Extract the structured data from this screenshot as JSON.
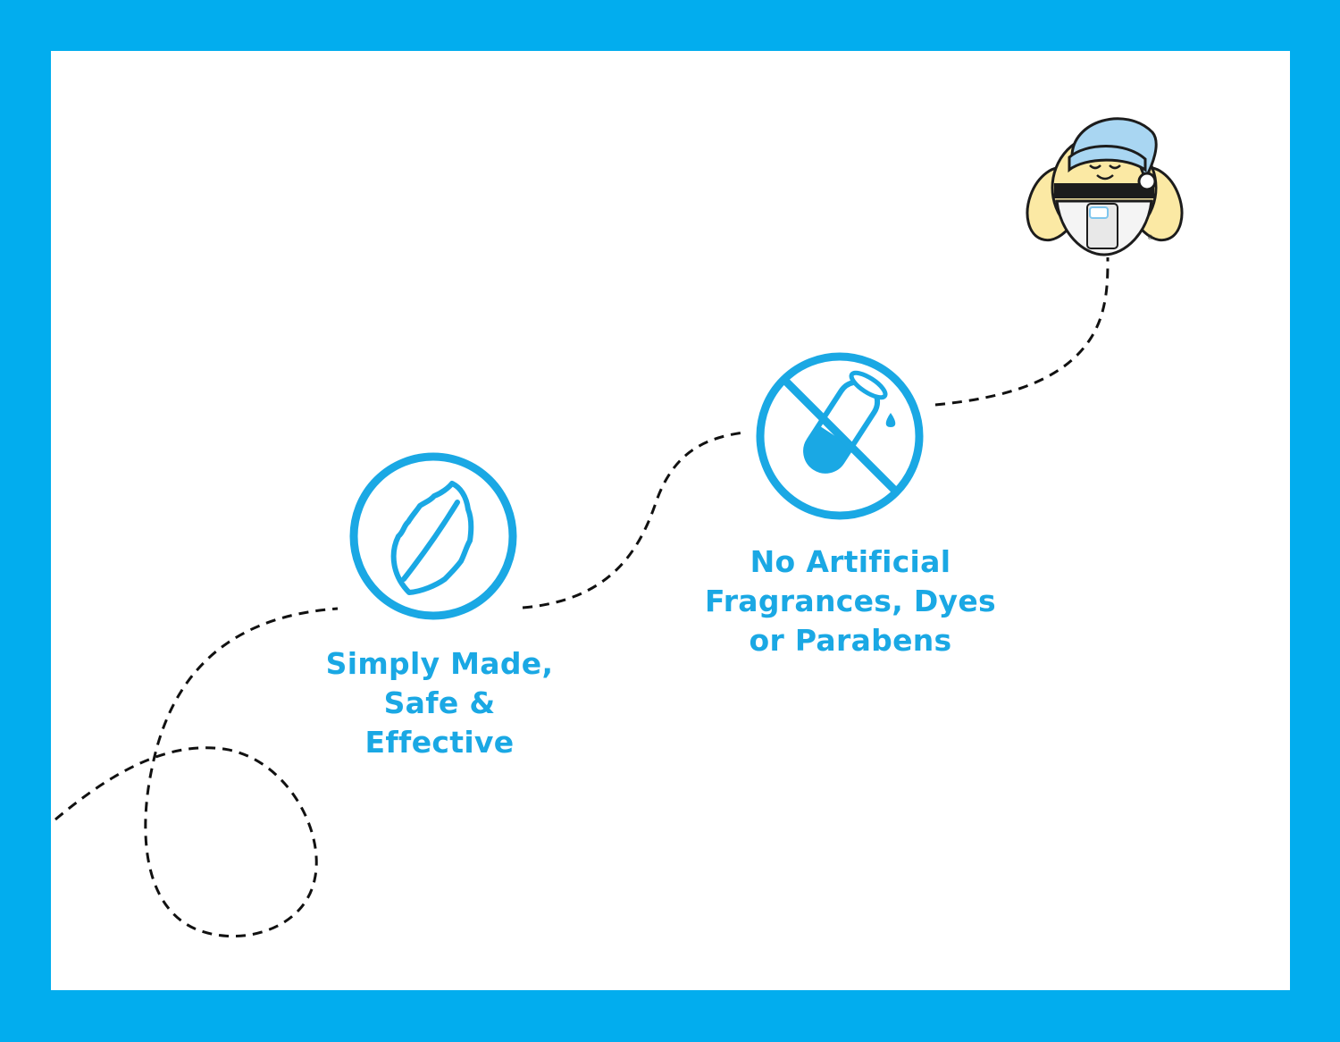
{
  "colors": {
    "frame": "#02adee",
    "panel": "#ffffff",
    "accent": "#1aa8e4",
    "path": "#111111",
    "mascot_body": "#fbe9a4",
    "mascot_hat": "#a9d6f2",
    "mascot_stripe": "#1c1c1c"
  },
  "features": [
    {
      "icon": "leaf-icon",
      "lines": [
        "Simply Made,",
        "Safe &",
        "Effective"
      ]
    },
    {
      "icon": "no-chemicals-icon",
      "lines": [
        "No Artificial",
        "Fragrances, Dyes",
        "or Parabens"
      ]
    }
  ],
  "mascot": {
    "icon": "sleeping-bee-mascot-icon",
    "registered_mark": "®"
  }
}
